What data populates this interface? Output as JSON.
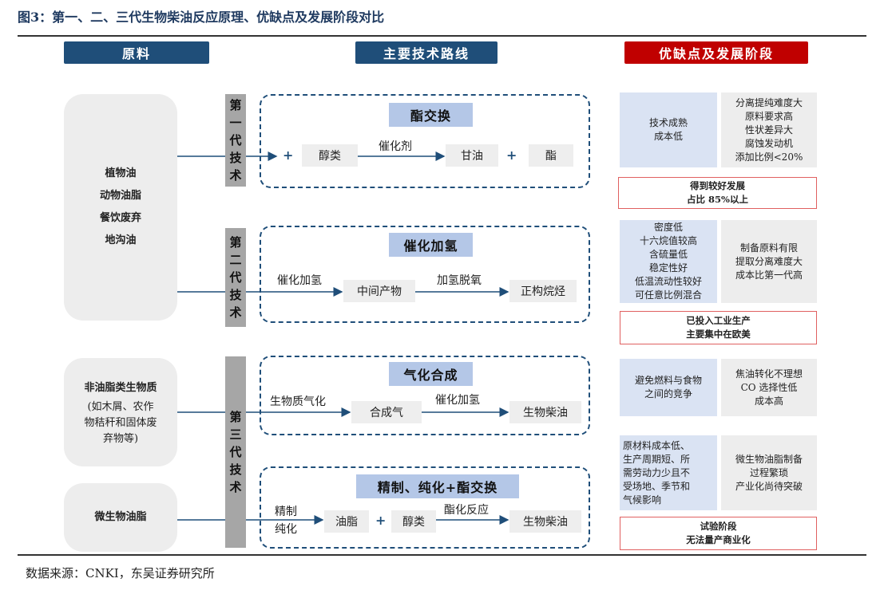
{
  "figure_title": "图3：第一、二、三代生物柴油反应原理、优缺点及发展阶段对比",
  "headers": {
    "materials": "原料",
    "routes": "主要技术路线",
    "evaluation": "优缺点及发展阶段"
  },
  "sources": {
    "oils": [
      "植物油",
      "动物油脂",
      "餐饮废弃",
      "地沟油"
    ],
    "biomass_title": "非油脂类生物质",
    "biomass_detail": [
      "(如木屑、农作",
      "物秸秆和固体废",
      "弃物等)"
    ],
    "micro": "微生物油脂"
  },
  "generations": {
    "first": "第一代技术",
    "second": "第二代技术",
    "third": "第三代技术"
  },
  "routes": {
    "gen1": {
      "title": "酯交换",
      "input": "醇类",
      "catalyst": "催化剂",
      "product_a": "甘油",
      "product_b": "酯",
      "plus": "+"
    },
    "gen2": {
      "title": "催化加氢",
      "step1": "催化加氢",
      "mid": "中间产物",
      "step2": "加氢脱氧",
      "product": "正构烷烃"
    },
    "gen3a": {
      "title": "气化合成",
      "step1": "生物质气化",
      "mid": "合成气",
      "step2": "催化加氢",
      "product": "生物柴油"
    },
    "gen3b": {
      "title": "精制、纯化+酯交换",
      "step1_a": "精制",
      "step1_b": "纯化",
      "oil": "油脂",
      "plus": "+",
      "alcohol": "醇类",
      "step2": "酯化反应",
      "product": "生物柴油"
    }
  },
  "evaluation": {
    "gen1": {
      "pros": [
        "技术成熟",
        "成本低"
      ],
      "cons": [
        "分离提纯难度大",
        "原料要求高",
        "性状差异大",
        "腐蚀发动机",
        "添加比例<20%"
      ],
      "stage": [
        "得到较好发展",
        "占比 85%以上"
      ]
    },
    "gen2": {
      "pros": [
        "密度低",
        "十六烷值较高",
        "含硫量低",
        "稳定性好",
        "低温流动性较好",
        "可任意比例混合"
      ],
      "cons": [
        "制备原料有限",
        "提取分离难度大",
        "成本比第一代高"
      ],
      "stage": [
        "已投入工业生产",
        "主要集中在欧美"
      ]
    },
    "gen3a": {
      "pros": [
        "避免燃料与食物",
        "之间的竞争"
      ],
      "cons": [
        "焦油转化不理想",
        "CO 选择性低",
        "成本高"
      ]
    },
    "gen3b": {
      "pros": [
        "原材料成本低、",
        "生产周期短、所",
        "需劳动力少且不",
        "受场地、季节和",
        "气候影响"
      ],
      "cons": [
        "微生物油脂制备",
        "过程繁琐",
        "产业化尚待突破"
      ],
      "stage": [
        "试验阶段",
        "无法量产商业化"
      ]
    }
  },
  "footnote": "数据来源：CNKI，东吴证券研究所"
}
